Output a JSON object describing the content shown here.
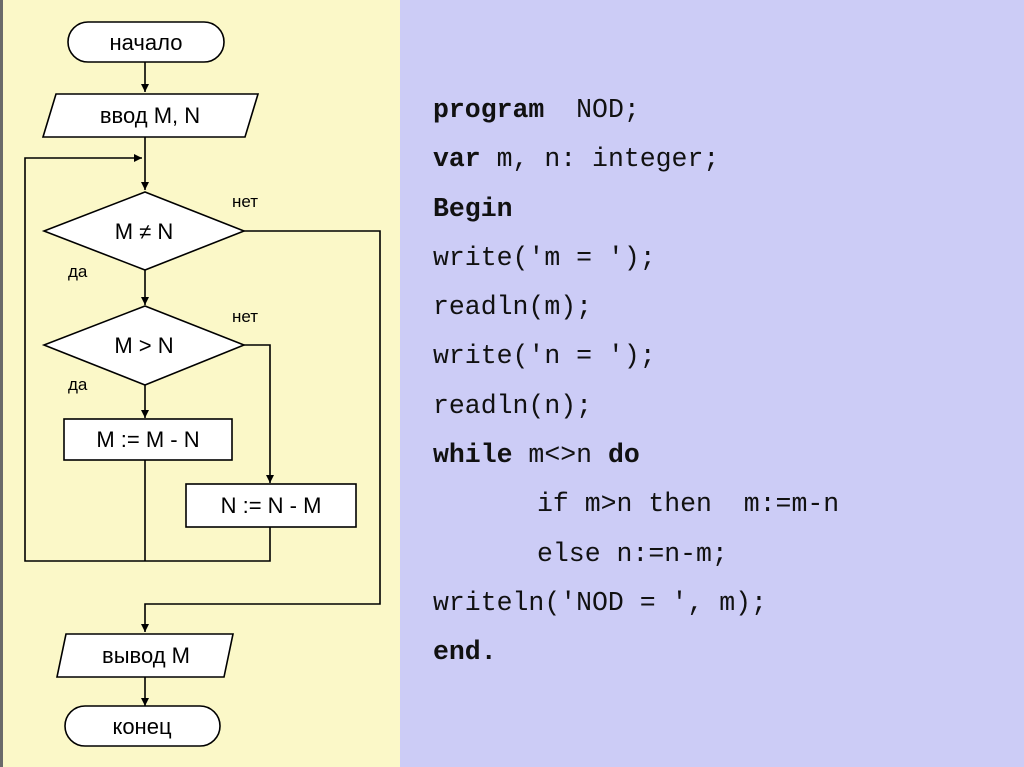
{
  "flowchart": {
    "start": "начало",
    "input": "ввод  M, N",
    "cond1": "M ≠ N",
    "cond1_no": "нет",
    "cond1_yes": "да",
    "cond2": "M > N",
    "cond2_no": "нет",
    "cond2_yes": "да",
    "step_m": "M := M - N",
    "step_n": "N := N - M",
    "output": "вывод  M",
    "end": "конец"
  },
  "code": {
    "l1_kw": "program",
    "l1_rest": "  NOD;",
    "l2_kw": "var",
    "l2_rest": " m, n: integer;",
    "l3_kw": "Begin",
    "l4": "write('m = ');",
    "l5": "readln(m);",
    "l6": "write('n = ');",
    "l7": "readln(n);",
    "l8_kw1": "while",
    "l8_mid": " m<>n ",
    "l8_kw2": "do",
    "l9": "if m>n then  m:=m-n",
    "l10": "else n:=n-m;",
    "l11": "writeln('NOD = ', m);",
    "l12_kw": "end."
  }
}
